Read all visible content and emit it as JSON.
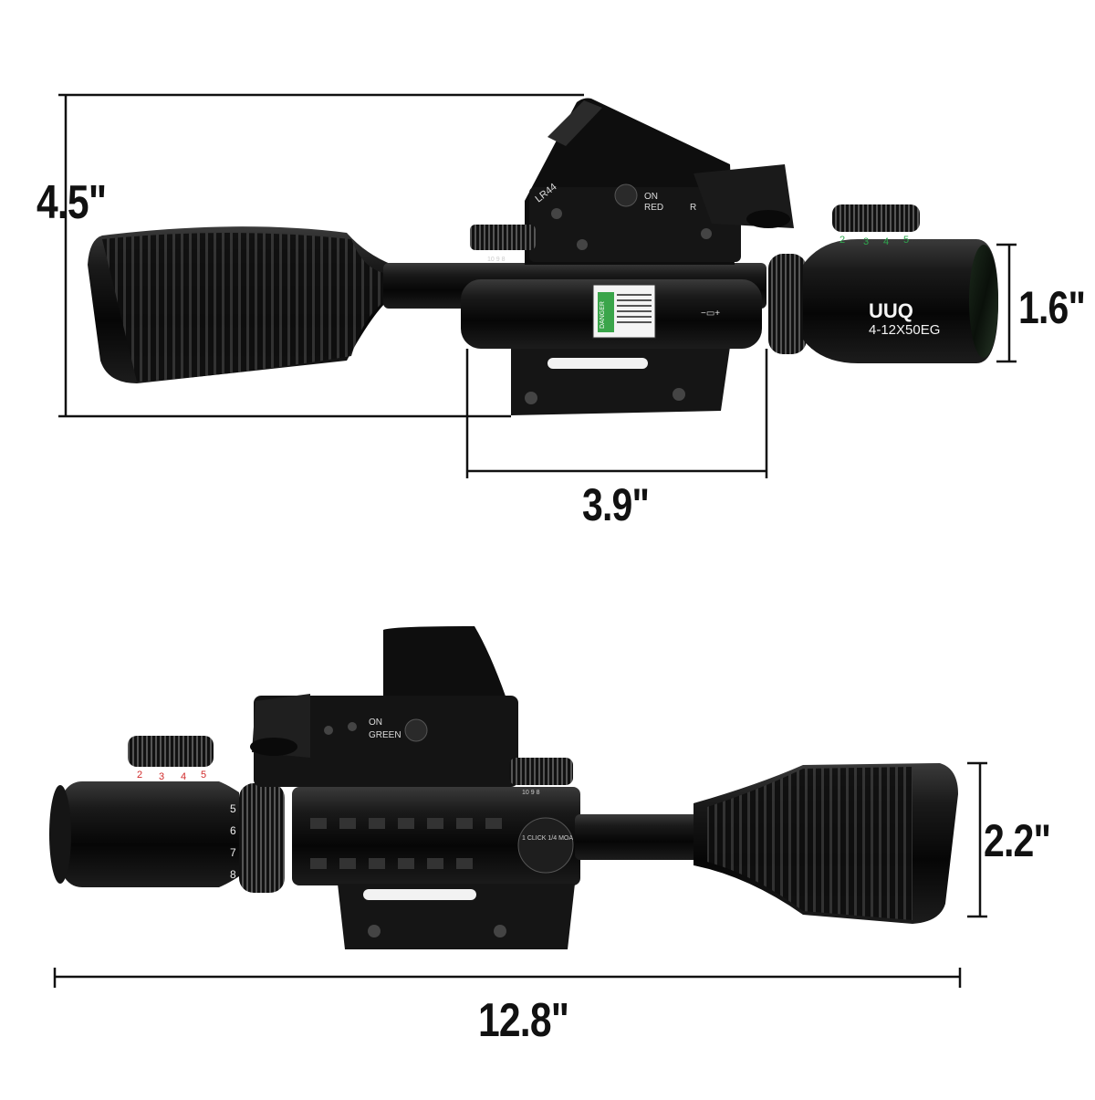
{
  "dimensions": {
    "height_total": "4.5\"",
    "objective_height": "1.6\"",
    "mount_width": "3.9\"",
    "eyepiece_height": "2.2\"",
    "total_length": "12.8\""
  },
  "top_view_text": {
    "brand": "UUQ",
    "model": "4-12X50EG",
    "battery": "LR44",
    "plus": "+",
    "switch_on": "ON",
    "switch_color": "RED",
    "dial_r": "R",
    "brightness_numbers": [
      "2",
      "3",
      "4",
      "5"
    ],
    "turret_numbers": "10  9  8",
    "laser_warning": "DANGER",
    "laser_power": "−▭+"
  },
  "bottom_view_text": {
    "switch_on": "ON",
    "switch_color": "GREEN",
    "brightness_numbers": [
      "2",
      "3",
      "4",
      "5"
    ],
    "zoom_numbers": [
      "5",
      "6",
      "7",
      "8"
    ],
    "turret_numbers": "10  9  8",
    "click_label": "1 CLICK 1/4 MOA"
  },
  "colors": {
    "body_black": "#0d0d0d",
    "illum_green": "#2fa84f",
    "illum_red": "#d12a2a",
    "dimension_line": "#111111"
  }
}
